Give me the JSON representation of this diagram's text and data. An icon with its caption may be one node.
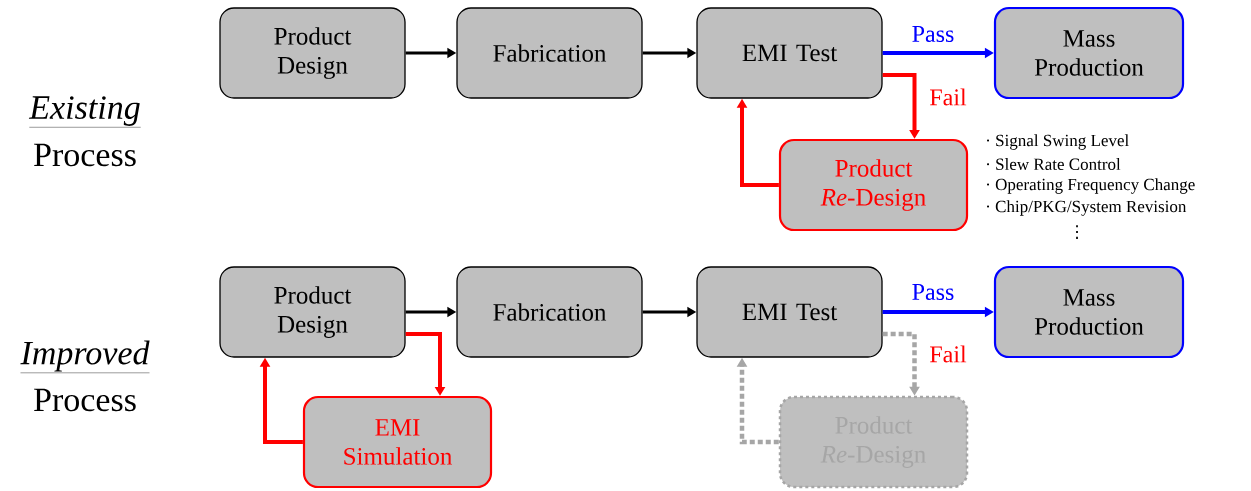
{
  "diagram": {
    "nodes": [
      {
        "text": [
          "Product Design"
        ]
      },
      {
        "text": [
          "Fabrication"
        ]
      },
      {
        "text": [
          "EMI Test"
        ]
      },
      {
        "text": [
          "Mass Production"
        ]
      },
      {
        "text": [
          "Product *Re*-Design"
        ]
      },
      {
        "text": [
          "Product Design"
        ]
      },
      {
        "text": [
          "Fabrication"
        ]
      },
      {
        "text": [
          "EMI Test"
        ]
      },
      {
        "text": [
          "Mass Production"
        ]
      },
      {
        "text": [
          "EMI Simulation"
        ]
      },
      {
        "text": [
          "Product *Re*-Design"
        ]
      }
    ],
    "edges": [
      {
        "from": 0,
        "to": 1,
        "arrow": "to"
      },
      {
        "from": 1,
        "to": 2,
        "arrow": "to"
      },
      {
        "from": 2,
        "to": 3,
        "arrow": "to",
        "label": "Pass",
        "color": "#0000ff"
      },
      {
        "from": 2,
        "to": 4,
        "arrow": "to",
        "label": "Fail",
        "color": "#ff0000"
      },
      {
        "from": 4,
        "to": 2,
        "arrow": "to",
        "color": "#ff0000"
      },
      {
        "from": 5,
        "to": 6,
        "arrow": "to"
      },
      {
        "from": 6,
        "to": 7,
        "arrow": "to"
      },
      {
        "from": 7,
        "to": 8,
        "arrow": "to",
        "label": "Pass",
        "color": "#0000ff"
      },
      {
        "from": 5,
        "to": 9,
        "arrow": "to",
        "color": "#ff0000"
      },
      {
        "from": 9,
        "to": 5,
        "arrow": "to",
        "color": "#ff0000"
      },
      {
        "from": 7,
        "to": 10,
        "arrow": "to",
        "label": "Fail",
        "style": "dashed",
        "color": "#a6a6a6"
      },
      {
        "from": 10,
        "to": 7,
        "arrow": "to",
        "style": "dashed",
        "color": "#a6a6a6"
      }
    ],
    "labels": [
      "Existing",
      "Process",
      "Improved",
      "Process",
      "· Signal Swing Level",
      "· Slew Rate Control",
      "· Operating Frequency Change",
      "· Chip/PKG/System Revision",
      "⋮"
    ]
  }
}
